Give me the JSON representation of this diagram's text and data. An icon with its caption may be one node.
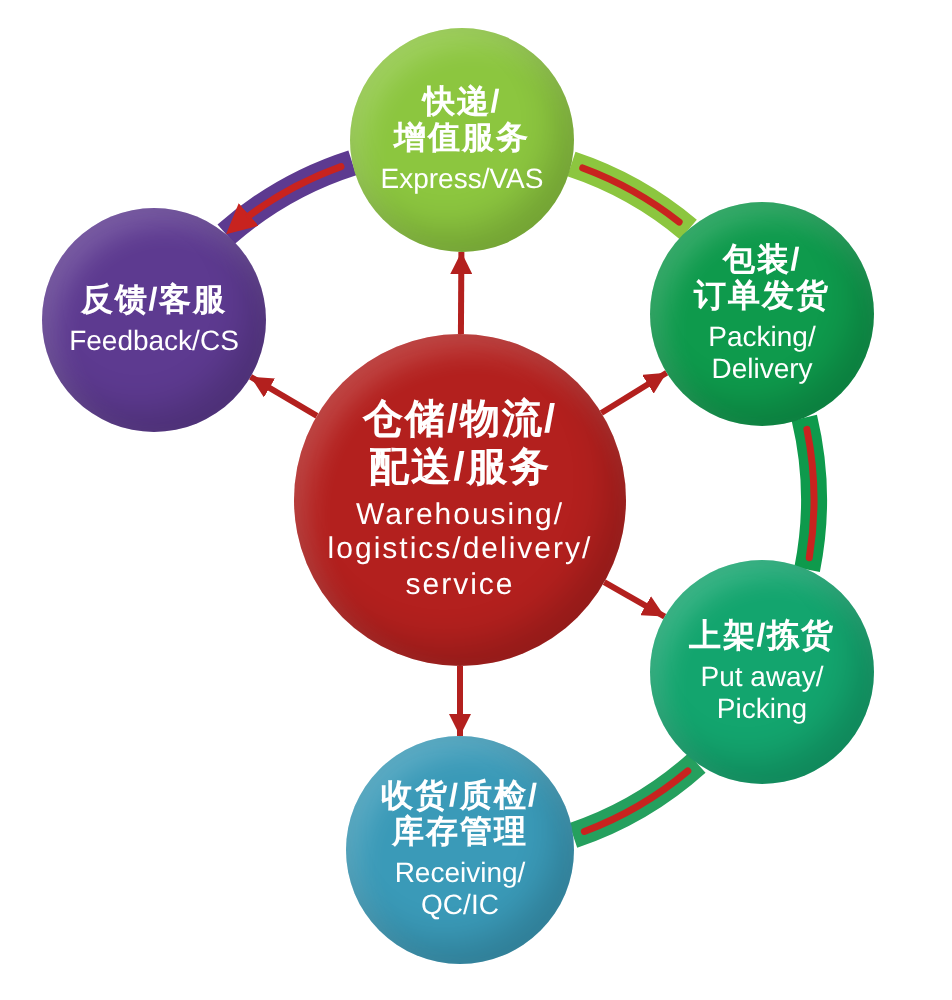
{
  "diagram": {
    "nodes": [
      {
        "text": [
          "快递/增值服务",
          "Express/VAS"
        ]
      },
      {
        "text": [
          "反馈/客服",
          "Feedback/CS"
        ]
      },
      {
        "text": [
          "包装/订单发货",
          "Packing/Delivery"
        ]
      },
      {
        "text": [
          "仓储/物流/配送/服务",
          "Warehousing/logistics/delivery/service"
        ]
      },
      {
        "text": [
          "上架/拣货",
          "Put away/Picking"
        ]
      },
      {
        "text": [
          "收货/质检/库存管理",
          "Receiving/QC/IC"
        ]
      }
    ],
    "edges": [
      {
        "from": 3,
        "to": 0,
        "arrow": "to"
      },
      {
        "from": 3,
        "to": 1,
        "arrow": "to"
      },
      {
        "from": 3,
        "to": 2,
        "arrow": "to"
      },
      {
        "from": 3,
        "to": 4,
        "arrow": "to"
      },
      {
        "from": 3,
        "to": 5,
        "arrow": "to"
      },
      {
        "from": 0,
        "to": 1,
        "arrow": "to",
        "style": "thick",
        "color": "#5d3a90"
      },
      {
        "from": 0,
        "to": 2,
        "arrow": "none",
        "style": "thick",
        "color": "#8cc63f"
      },
      {
        "from": 2,
        "to": 4,
        "arrow": "none",
        "style": "thick",
        "color": "#0e9a4c"
      },
      {
        "from": 4,
        "to": 5,
        "arrow": "none",
        "style": "thick",
        "color": "#25a05e"
      }
    ]
  }
}
